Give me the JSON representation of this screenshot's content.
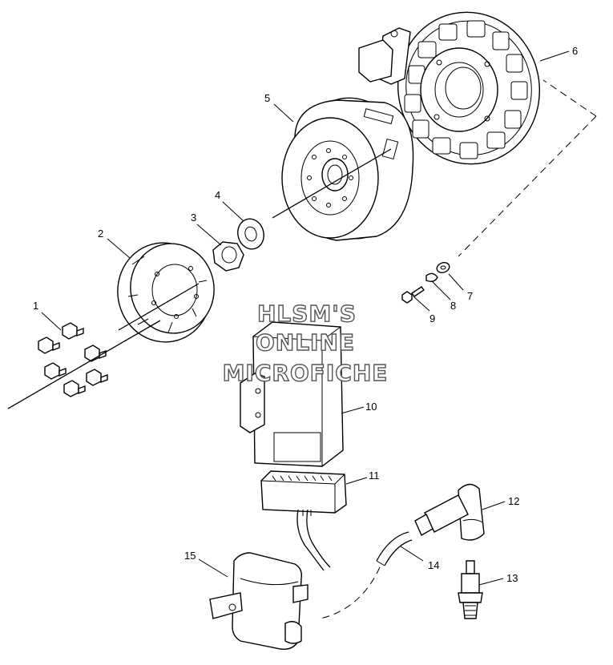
{
  "watermark": {
    "line1": "HLSM'S",
    "line2": "ONLINE",
    "line3": "MICROFICHE"
  },
  "callouts": [
    "1",
    "2",
    "3",
    "4",
    "5",
    "6",
    "7",
    "8",
    "9",
    "10",
    "11",
    "12",
    "13",
    "14",
    "15"
  ]
}
